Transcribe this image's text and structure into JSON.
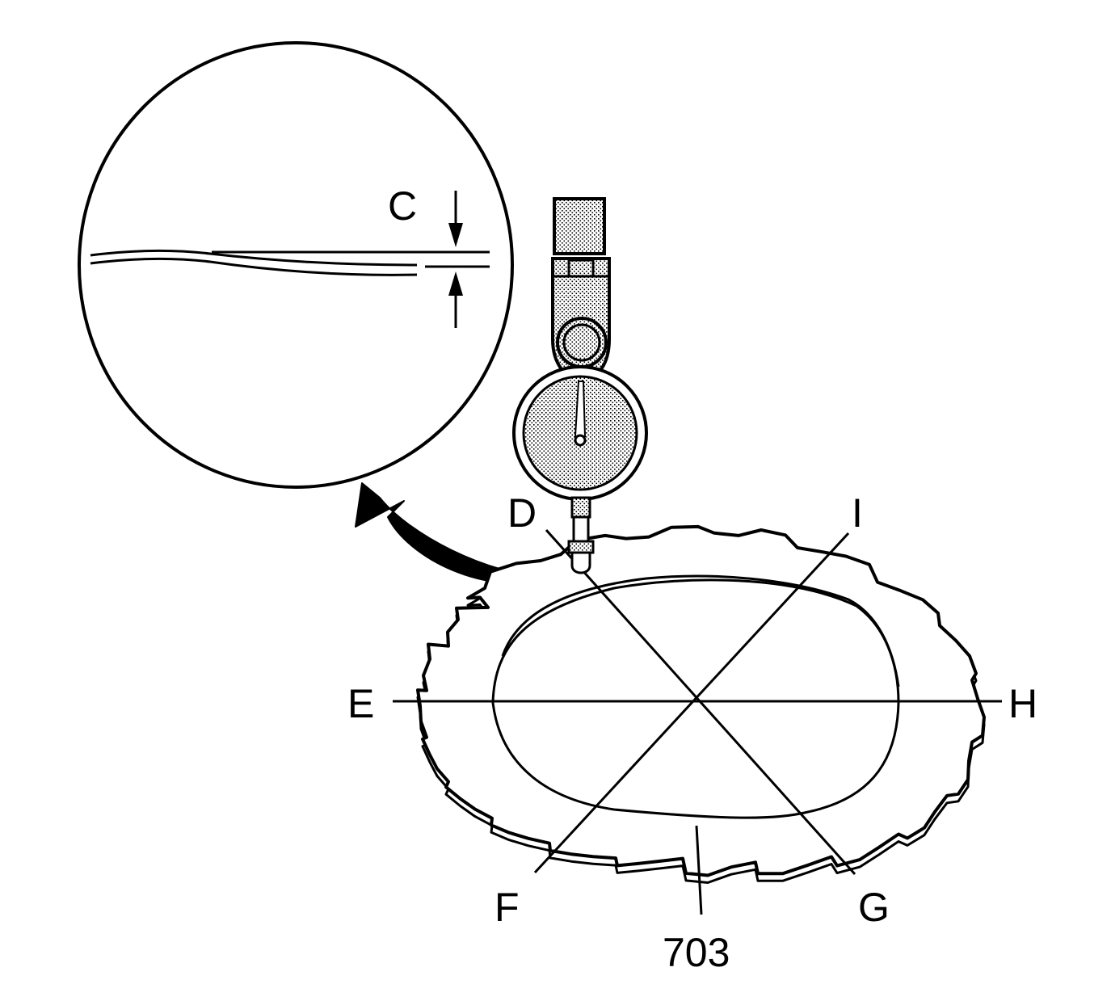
{
  "labels": {
    "c": "C",
    "d": "D",
    "i": "I",
    "e": "E",
    "h": "H",
    "f": "F",
    "g": "G",
    "part_number": "703"
  },
  "colors": {
    "ink": "#000000",
    "paper": "#ffffff",
    "hatch_fill": "#9a9a9a"
  }
}
